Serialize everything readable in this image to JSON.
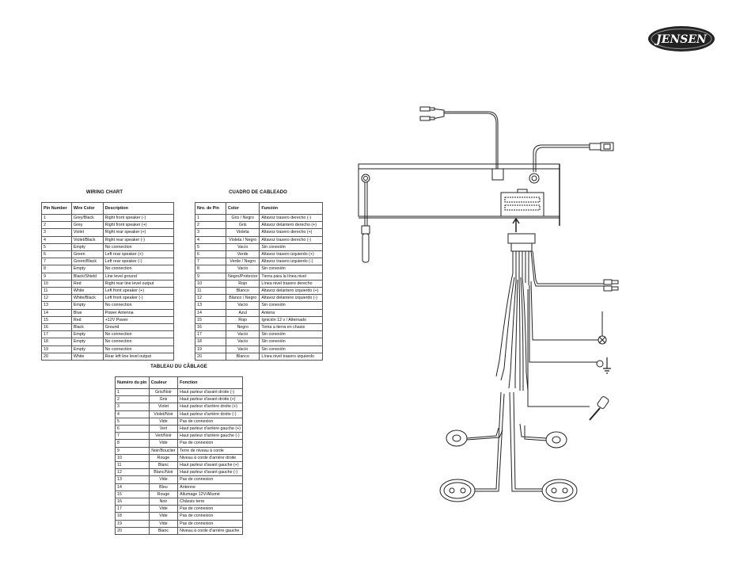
{
  "brand": {
    "logo_text": "JENSEN"
  },
  "english": {
    "title": "WIRING CHART",
    "headers": [
      "Pin Number",
      "Wire Color",
      "Description"
    ],
    "rows": [
      [
        "1",
        "Grey/Black",
        "Right front speaker (-)"
      ],
      [
        "2",
        "Grey",
        "Right front speaker (+)"
      ],
      [
        "3",
        "Violet",
        "Right rear speaker (+)"
      ],
      [
        "4",
        "Violet/Black",
        "Right rear speaker (-)"
      ],
      [
        "5",
        "Empty",
        "No connection"
      ],
      [
        "6",
        "Green",
        "Left rear speaker (+)"
      ],
      [
        "7",
        "Green/Black",
        "Left rear speaker (-)"
      ],
      [
        "8",
        "Empty",
        "No connection"
      ],
      [
        "9",
        "Black/Shield",
        "Line level ground"
      ],
      [
        "10",
        "Red",
        "Right rear line level output"
      ],
      [
        "11",
        "White",
        "Left front speaker (+)"
      ],
      [
        "12",
        "White/Black",
        "Left front speaker (-)"
      ],
      [
        "13",
        "Empty",
        "No connection"
      ],
      [
        "14",
        "Blue",
        "Power Antenna"
      ],
      [
        "15",
        "Red",
        "+12V Power"
      ],
      [
        "16",
        "Black",
        "Ground"
      ],
      [
        "17",
        "Empty",
        "No connection"
      ],
      [
        "18",
        "Empty",
        "No connection"
      ],
      [
        "19",
        "Empty",
        "No connection"
      ],
      [
        "20",
        "White",
        "Rear left line level output"
      ]
    ]
  },
  "spanish": {
    "title": "CUADRO DE CABLEADO",
    "headers": [
      "Nro. de Pin",
      "Color",
      "Función"
    ],
    "rows": [
      [
        "1",
        "Gris / Negro",
        "Altavoz trasero derecho (-)"
      ],
      [
        "2",
        "Gris",
        "Altavoz delantero derecho (+)"
      ],
      [
        "3",
        "Violeta",
        "Altavoz trasero derecho (+)"
      ],
      [
        "4",
        "Violeta / Negro",
        "Altavoz trasero derecho (-)"
      ],
      [
        "5",
        "Vacío",
        "Sin conexión"
      ],
      [
        "6",
        "Verde",
        "Altavoz trasero izquierdo (+)"
      ],
      [
        "7",
        "Verde / Negro",
        "Altavoz trasero izquierdo (-)"
      ],
      [
        "8",
        "Vacío",
        "Sin conexión"
      ],
      [
        "9",
        "Negro/Protector",
        "Tierra para la línea nivel"
      ],
      [
        "10",
        "Rojo",
        "Línea nivel trasero derecho"
      ],
      [
        "11",
        "Blanco",
        "Altavoz delantero izquierdo (+)"
      ],
      [
        "12",
        "Blanco / Negro",
        "Altavoz delantero izquierdo (-)"
      ],
      [
        "13",
        "Vacío",
        "Sin conexión"
      ],
      [
        "14",
        "Azul",
        "Antena"
      ],
      [
        "15",
        "Rojo",
        "Ignición 12 v / Alternado"
      ],
      [
        "16",
        "Negro",
        "Toma a tierra en chasis"
      ],
      [
        "17",
        "Vacío",
        "Sin conexión"
      ],
      [
        "18",
        "Vacío",
        "Sin conexión"
      ],
      [
        "19",
        "Vacío",
        "Sin conexión"
      ],
      [
        "20",
        "Blanco",
        "Línea nivel trasero izquierdo"
      ]
    ]
  },
  "french": {
    "title": "TABLEAU DU CÂBLAGE",
    "headers": [
      "Numéro du pin",
      "Couleur",
      "Fonction"
    ],
    "rows": [
      [
        "1",
        "Gris/Noir",
        "Haut parleur d'avant droite (-)"
      ],
      [
        "2",
        "Gris",
        "Haut parleur d'avant droite (+)"
      ],
      [
        "3",
        "Violet",
        "Haut parleur d'arrière droite (+)"
      ],
      [
        "4",
        "Violet/Noir",
        "Haut parleur d'arrière droite (-)"
      ],
      [
        "5",
        "Vide",
        "Pas de connexion"
      ],
      [
        "6",
        "Vert",
        "Haut parleur d'arrière gauche (+)"
      ],
      [
        "7",
        "Vert/Noir",
        "Haut parleur d'arrière gauche (-)"
      ],
      [
        "8",
        "Vide",
        "Pas de connexion"
      ],
      [
        "9",
        "Noir/Bouclier",
        "Terre de niveau à corde"
      ],
      [
        "10",
        "Rouge",
        "Niveau à corde d'arrière droite"
      ],
      [
        "11",
        "Blanc",
        "Haut parleur d'avant gauche (+)"
      ],
      [
        "12",
        "Blanc/Noir",
        "Haut parleur d'avant gauche (-)"
      ],
      [
        "13",
        "Vide",
        "Pas de connexion"
      ],
      [
        "14",
        "Bleu",
        "Antenne"
      ],
      [
        "15",
        "Rouge",
        "Allumage 12V/Allumé"
      ],
      [
        "16",
        "Noir",
        "Châssis terre"
      ],
      [
        "17",
        "Vide",
        "Pas de connexion"
      ],
      [
        "18",
        "Vide",
        "Pas de connexion"
      ],
      [
        "19",
        "Vide",
        "Pas de connexion"
      ],
      [
        "20",
        "Blanc",
        "Niveau à corde d'arrière gauche"
      ]
    ]
  }
}
